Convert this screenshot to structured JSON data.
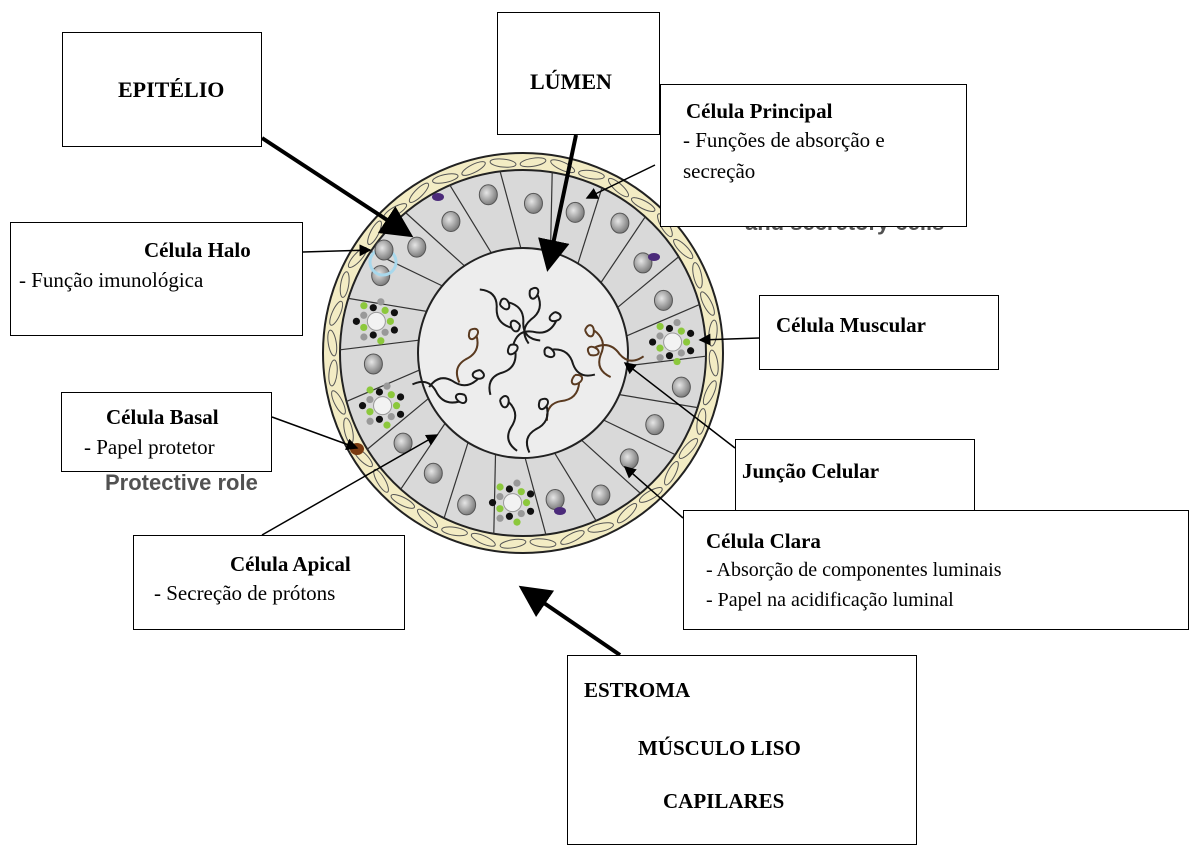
{
  "labels": {
    "epitelio": "EPITÉLIO",
    "lumen": "LÚMEN",
    "principal": {
      "title": "Célula Principal",
      "line1": "- Funções de absorção e",
      "line2": "secreção"
    },
    "halo": {
      "title": "Célula Halo",
      "desc": "- Função imunológica"
    },
    "muscular": "Célula Muscular",
    "basal": {
      "title": "Célula Basal",
      "desc": "- Papel protetor"
    },
    "juncao": "Junção Celular",
    "clara": {
      "title": "Célula Clara",
      "line1": "- Absorção de componentes luminais",
      "line2": "- Papel na acidificação luminal"
    },
    "apical": {
      "title": "Célula Apical",
      "desc": "- Secreção de prótons"
    },
    "estroma": {
      "title": "ESTROMA",
      "line1": "MÚSCULO LISO",
      "line2": "CAPILARES"
    }
  },
  "background_text": {
    "secretory": "and secretory cells",
    "protective": "Protective role"
  },
  "colors": {
    "cell_fill": "#d9d9d9",
    "lumen_fill": "#ededed",
    "muscle_fill": "#f3ecc4",
    "nucleus_fill": "#9a9a9a",
    "granule_black": "#111111",
    "granule_green": "#8cc83c",
    "granule_grey": "#999999",
    "halo_ring": "#a8d8ec",
    "purple": "#4b2a7a",
    "basal_brown": "#7a3a10",
    "sperm": "#1a1a1a"
  }
}
